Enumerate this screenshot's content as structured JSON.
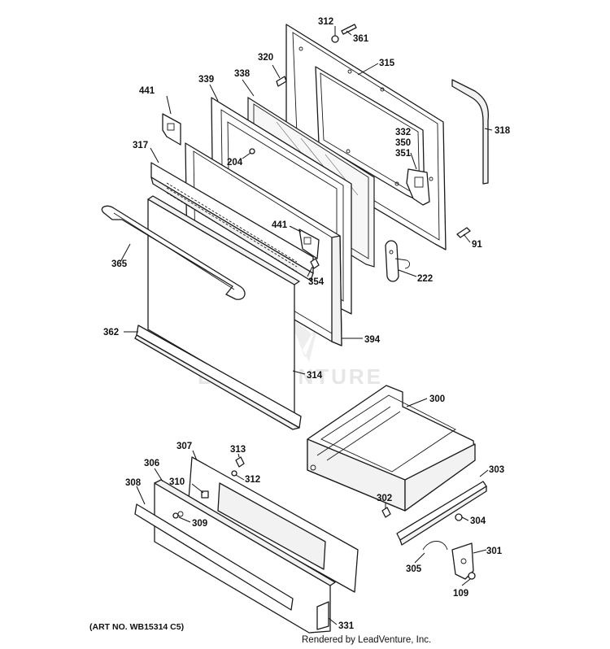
{
  "art_number": "(ART NO. WB15314 C5)",
  "credit": "Rendered by LeadVenture, Inc.",
  "watermark": "LEADVENTURE",
  "callouts": {
    "c312a": "312",
    "c361": "361",
    "c320": "320",
    "c315": "315",
    "c339": "339",
    "c338": "338",
    "c441a": "441",
    "c318": "318",
    "c317": "317",
    "c204": "204",
    "c332": "332",
    "c350": "350",
    "c351": "351",
    "c441b": "441",
    "c91": "91",
    "c365": "365",
    "c354": "354",
    "c222": "222",
    "c362": "362",
    "c394": "394",
    "c314": "314",
    "c300": "300",
    "c307": "307",
    "c313": "313",
    "c306": "306",
    "c312b": "312",
    "c303": "303",
    "c308": "308",
    "c310": "310",
    "c302": "302",
    "c309": "309",
    "c304": "304",
    "c301": "301",
    "c305": "305",
    "c109": "109",
    "c331": "331"
  }
}
